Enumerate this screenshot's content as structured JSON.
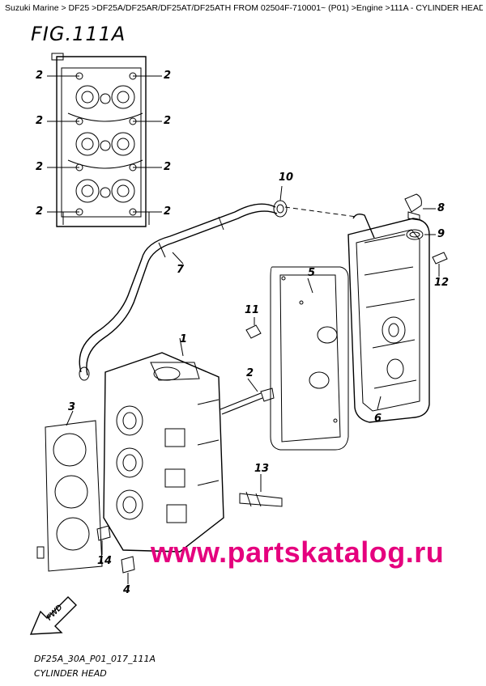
{
  "breadcrumb": {
    "items": [
      "Suzuki Marine",
      "DF25",
      "DF25A/DF25AR/DF25AT/DF25ATH FROM 02504F-710001~ (P01)",
      "Engine",
      "111A - CYLINDER HEAD"
    ],
    "separator": " >"
  },
  "figure": {
    "title": "FIG.111A",
    "code": "DF25A_30A_P01_017_111A",
    "name": "CYLINDER HEAD"
  },
  "callouts": {
    "c1": "1",
    "c2_top_l1": "2",
    "c2_top_r1": "2",
    "c2_top_l2": "2",
    "c2_top_r2": "2",
    "c2_top_l3": "2",
    "c2_top_r3": "2",
    "c2_top_l4": "2",
    "c2_top_r4": "2",
    "c2_bolt": "2",
    "c3": "3",
    "c4": "4",
    "c5": "5",
    "c6": "6",
    "c7": "7",
    "c8": "8",
    "c9": "9",
    "c10": "10",
    "c11": "11",
    "c12": "12",
    "c13": "13",
    "c14": "14"
  },
  "fwd": "FWD",
  "watermark": "www.partskatalog.ru",
  "colors": {
    "line": "#000000",
    "watermark": "#e5007e"
  }
}
